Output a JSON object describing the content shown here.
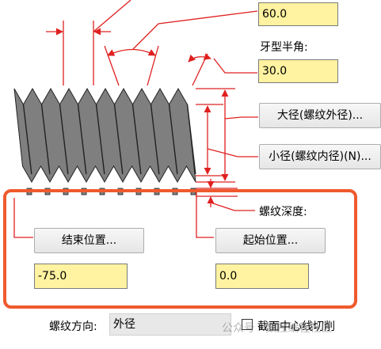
{
  "fields": {
    "thread_angle": "60.0",
    "half_angle_label": "牙型半角:",
    "half_angle": "30.0",
    "end_position": "-75.0",
    "start_position": "0.0"
  },
  "buttons": {
    "major_diameter": "大径(螺纹外径)...",
    "minor_diameter": "小径(螺纹内径)(N)...",
    "end_position": "结束位置...",
    "start_position": "起始位置..."
  },
  "labels": {
    "thread_depth": "螺纹深度:",
    "thread_direction": "螺纹方向:",
    "section_centerline": "截面中心线切削"
  },
  "select": {
    "thread_direction_value": "外径"
  },
  "watermark": "公众号 · 数控编程社区",
  "colors": {
    "highlight": "#ef5a2d",
    "input_fill": "#fff2a0",
    "annotation_red": "#e02020",
    "thread_gray": "#7f7f7f"
  }
}
